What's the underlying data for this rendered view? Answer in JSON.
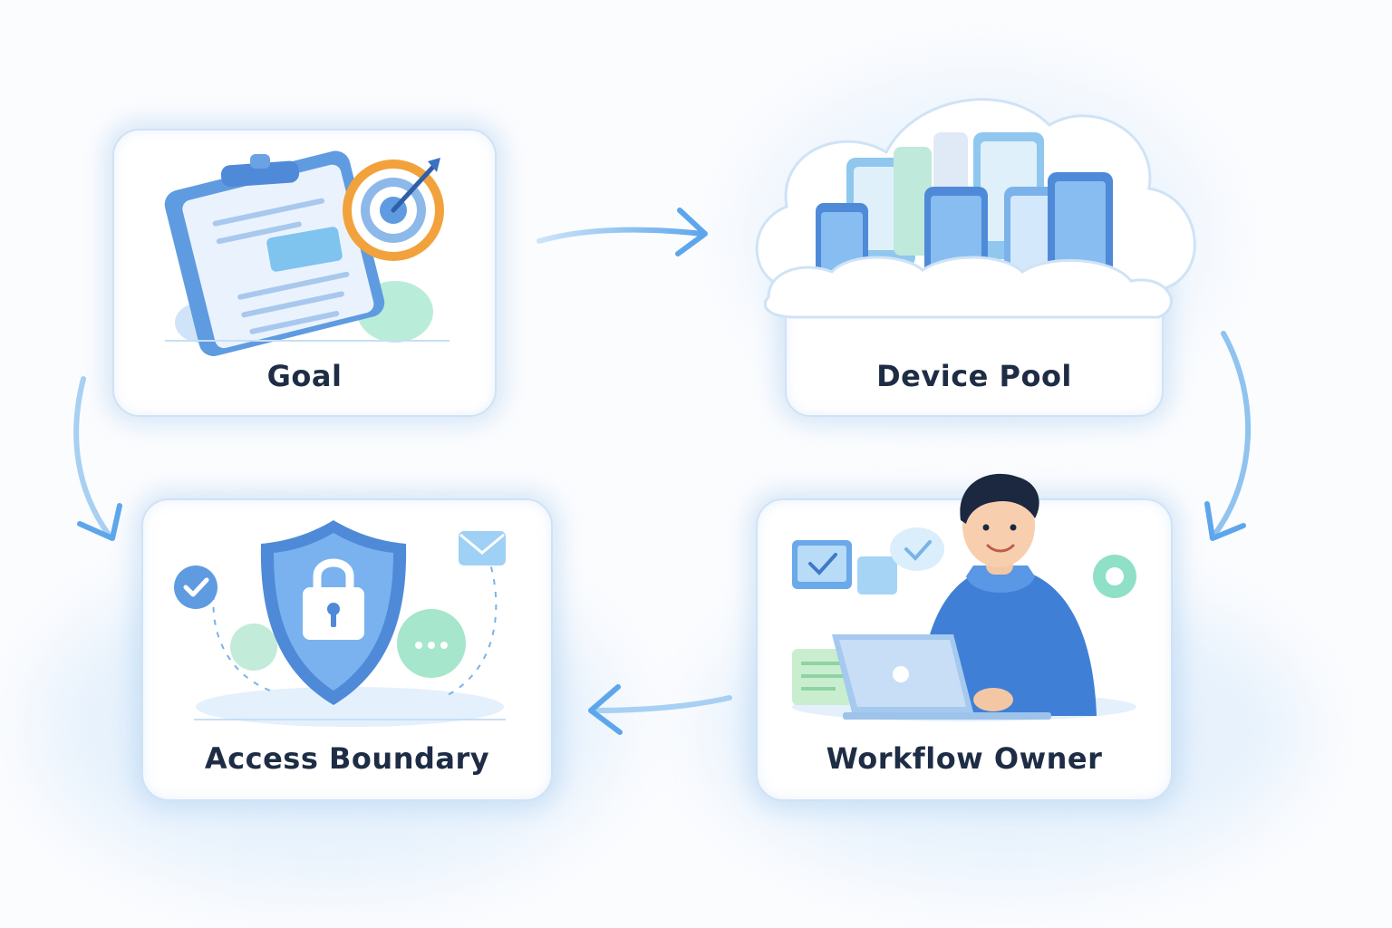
{
  "nodes": {
    "goal": {
      "label": "Goal"
    },
    "device_pool": {
      "label": "Device Pool"
    },
    "access_boundary": {
      "label": "Access Boundary"
    },
    "workflow_owner": {
      "label": "Workflow Owner"
    }
  },
  "edges": [
    {
      "from": "goal",
      "to": "device_pool"
    },
    {
      "from": "device_pool",
      "to": "workflow_owner"
    },
    {
      "from": "workflow_owner",
      "to": "access_boundary"
    },
    {
      "from": "goal",
      "to": "access_boundary"
    }
  ],
  "colors": {
    "accent": "#4f95e0",
    "arrow": "#6aaeea",
    "card_border": "#cfe3f6",
    "label": "#1e2d45",
    "target_orange": "#f2a23c",
    "mint": "#8fe0c6"
  }
}
